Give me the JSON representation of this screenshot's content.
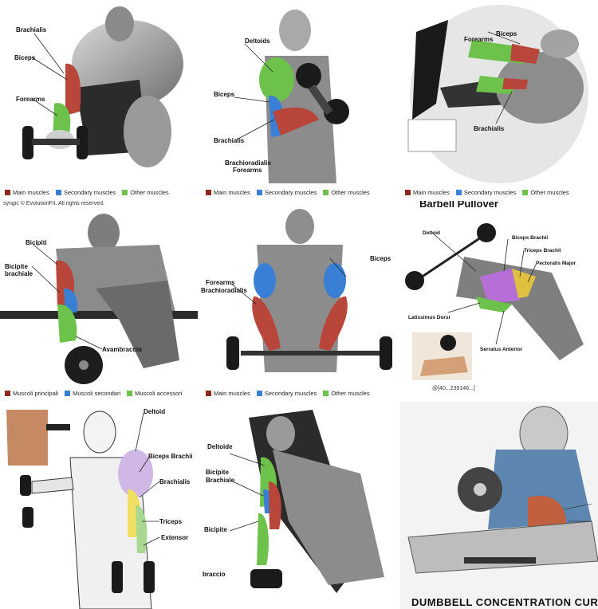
{
  "colors": {
    "main": "#8b2a1d",
    "secondary": "#3a7fd6",
    "other": "#6cc24a"
  },
  "legend_en": {
    "main": "Main muscles",
    "secondary": "Secondary muscles",
    "other": "Other muscles"
  },
  "legend_it": {
    "main": "Muscoli principali",
    "secondary": "Muscoli secondari",
    "other": "Muscoli accessori"
  },
  "p1": {
    "brachialis": "Brachialis",
    "biceps": "Biceps",
    "forearms": "Forearms"
  },
  "p2": {
    "deltoids": "Deltoids",
    "biceps": "Biceps",
    "brachialis": "Brachialis",
    "brachioradialis": "Brachioradialis",
    "forearms": "Forearms"
  },
  "p3": {
    "biceps": "Biceps",
    "forearms": "Forearms",
    "brachialis": "Brachialis"
  },
  "p4": {
    "copyright": "syngic © EvolutionFit. All rights reserved.",
    "bicipiti": "Bicipiti",
    "bicipite": "Bicipite",
    "brachiale": "brachiale",
    "avambraccio": "Avambraccio"
  },
  "p5": {
    "biceps": "Biceps",
    "forearms": "Forearms",
    "brachioradialis": "Brachioradialis"
  },
  "p6": {
    "title": "Barbell Pullover",
    "deltoid": "Deltoid",
    "biceps_brachii": "Biceps Brachii",
    "triceps_brachii": "Triceps Brachii",
    "pectoralis_major": "Pectoralis Major",
    "latissimus": "Latissimus Dorsi",
    "serratus": "Serratus Anterior",
    "watermark": "@[40...239146...]"
  },
  "p7": {
    "deltoid": "Deltoid",
    "biceps_brachii": "Biceps Brachii",
    "brachialis": "Brachialis",
    "triceps": "Triceps",
    "extensor": "Extensor"
  },
  "p8": {
    "deltoide": "Deltoide",
    "bicipite": "Bicipite",
    "brachiale": "Brachiale",
    "bicipite2": "Bicipite",
    "braccio": "braccio"
  },
  "p9": {
    "title": "DUMBBELL CONCENTRATION CURL"
  }
}
